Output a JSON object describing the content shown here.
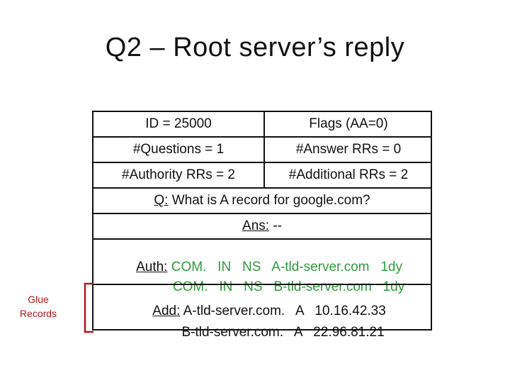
{
  "slide": {
    "title": "Q2 – Root server’s reply"
  },
  "header": {
    "id": "ID = 25000",
    "flags": "Flags (AA=0)",
    "questions": "#Questions = 1",
    "answer_rrs": "#Answer RRs = 0",
    "authority_rrs": "#Authority RRs = 2",
    "additional_rrs": "#Additional RRs = 2"
  },
  "question": {
    "label": "Q:",
    "text": " What is A record for google.com?"
  },
  "answer": {
    "label": "Ans:",
    "text": " --"
  },
  "authority": {
    "label": "Auth:",
    "lines": [
      " COM.   IN   NS   A-tld-server.com   1dy",
      "COM.   IN   NS   B-tld-server.com   1dy"
    ]
  },
  "additional": {
    "label": "Add:",
    "lines": [
      " A-tld-server.com.   A   10.16.42.33",
      "B-tld-server.com.   A   22.96.81.21"
    ]
  },
  "glue": {
    "line1": "Glue",
    "line2": "Records"
  },
  "colors": {
    "green": "#2e9b3a",
    "glue_red": "#b01818"
  }
}
